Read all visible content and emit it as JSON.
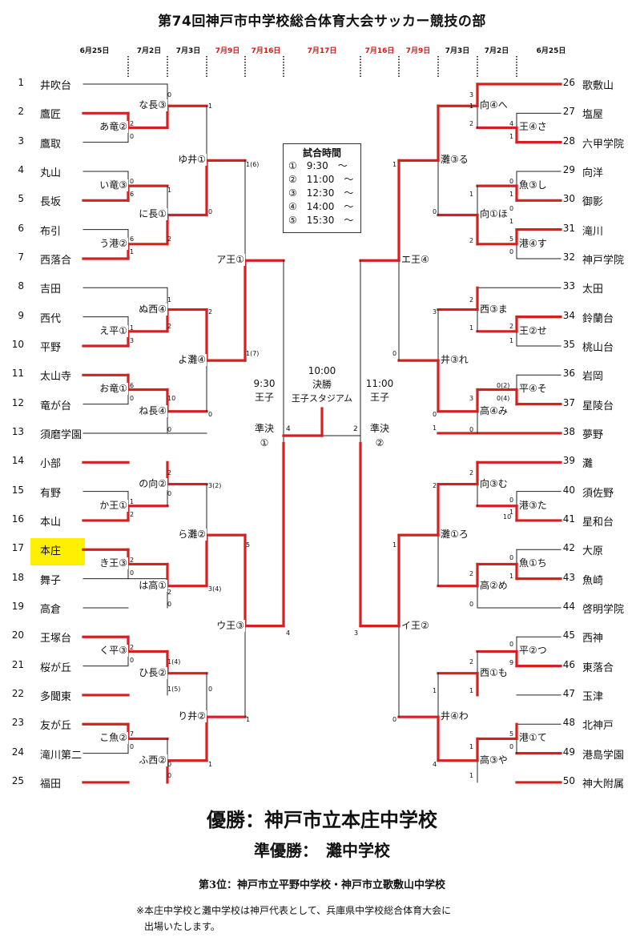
{
  "title": "第74回神戸市中学校総合体育大会サッカー競技の部",
  "dates_left": [
    "6月25日",
    "7月2日",
    "7月3日",
    "7月9日",
    "7月16日"
  ],
  "dates_center": "7月17日",
  "dates_right": [
    "7月16日",
    "7月9日",
    "7月3日",
    "7月2日",
    "6月25日"
  ],
  "red_date": "#d11a1a",
  "winner_color": "#d42020",
  "highlight_color": "#ffef00",
  "left_teams": [
    {
      "no": "1",
      "name": "井吹台"
    },
    {
      "no": "2",
      "name": "鷹匠"
    },
    {
      "no": "3",
      "name": "鷹取"
    },
    {
      "no": "4",
      "name": "丸山"
    },
    {
      "no": "5",
      "name": "長坂"
    },
    {
      "no": "6",
      "name": "布引"
    },
    {
      "no": "7",
      "name": "西落合"
    },
    {
      "no": "8",
      "name": "吉田"
    },
    {
      "no": "9",
      "name": "西代"
    },
    {
      "no": "10",
      "name": "平野"
    },
    {
      "no": "11",
      "name": "太山寺"
    },
    {
      "no": "12",
      "name": "竜が台"
    },
    {
      "no": "13",
      "name": "須磨学園"
    },
    {
      "no": "14",
      "name": "小部"
    },
    {
      "no": "15",
      "name": "有野"
    },
    {
      "no": "16",
      "name": "本山"
    },
    {
      "no": "17",
      "name": "本庄"
    },
    {
      "no": "18",
      "name": "舞子"
    },
    {
      "no": "19",
      "name": "高倉"
    },
    {
      "no": "20",
      "name": "王塚台"
    },
    {
      "no": "21",
      "name": "桜が丘"
    },
    {
      "no": "22",
      "name": "多聞東"
    },
    {
      "no": "23",
      "name": "友が丘"
    },
    {
      "no": "24",
      "name": "滝川第二"
    },
    {
      "no": "25",
      "name": "福田"
    }
  ],
  "right_teams": [
    {
      "no": "26",
      "name": "歌敷山"
    },
    {
      "no": "27",
      "name": "塩屋"
    },
    {
      "no": "28",
      "name": "六甲学院"
    },
    {
      "no": "29",
      "name": "向洋"
    },
    {
      "no": "30",
      "name": "御影"
    },
    {
      "no": "31",
      "name": "滝川"
    },
    {
      "no": "32",
      "name": "神戸学院"
    },
    {
      "no": "33",
      "name": "太田"
    },
    {
      "no": "34",
      "name": "鈴蘭台"
    },
    {
      "no": "35",
      "name": "桃山台"
    },
    {
      "no": "36",
      "name": "岩岡"
    },
    {
      "no": "37",
      "name": "星陵台"
    },
    {
      "no": "38",
      "name": "夢野"
    },
    {
      "no": "39",
      "name": "灘"
    },
    {
      "no": "40",
      "name": "須佐野"
    },
    {
      "no": "41",
      "name": "星和台"
    },
    {
      "no": "42",
      "name": "大原"
    },
    {
      "no": "43",
      "name": "魚崎"
    },
    {
      "no": "44",
      "name": "啓明学院"
    },
    {
      "no": "45",
      "name": "西神"
    },
    {
      "no": "46",
      "name": "東落合"
    },
    {
      "no": "47",
      "name": "玉津"
    },
    {
      "no": "48",
      "name": "北神戸"
    },
    {
      "no": "49",
      "name": "港島学園"
    },
    {
      "no": "50",
      "name": "神大附属"
    }
  ],
  "schedule": {
    "heading": "試合時間",
    "rows": [
      "①　9:30　～",
      "②　11:00　～",
      "③　12:30　～",
      "④　14:00　～",
      "⑤　15:30　～"
    ]
  },
  "semifinal_left": {
    "time": "9:30",
    "venue": "王子",
    "name": "準決",
    "mark": "①"
  },
  "semifinal_right": {
    "time": "11:00",
    "venue": "王子",
    "name": "準決",
    "mark": "②"
  },
  "final": {
    "time": "10:00",
    "name": "決勝",
    "venue": "王子スタジアム"
  },
  "final_scores": {
    "left": "4",
    "right": "2"
  },
  "matches": {
    "m_naga": "な長③",
    "m_ario": "あ竜②",
    "m_yui": "ゆ井①",
    "m_iryu": "い竜③",
    "m_ninaga": "に長①",
    "m_uko": "う港②",
    "m_ao": "ア王①",
    "m_nunishi": "ぬ西④",
    "m_eo": "え平①",
    "m_yonada": "よ灘④",
    "m_oryu": "お竜①",
    "m_nenaga": "ね長④",
    "m_nomu": "の向②",
    "m_kao": "か王①",
    "m_ranada": "ら灘②",
    "m_kio": "き王③",
    "m_hataka": "は高①",
    "m_uo": "ウ王③",
    "m_kuhira": "く平③",
    "m_hinaga": "ひ長②",
    "m_rii": "り井②",
    "m_kouo": "こ魚②",
    "m_funishi": "ふ西②",
    "m_mue": "向④へ",
    "m_osa": "王④さ",
    "m_nadaru": "灘③る",
    "m_uoshi": "魚③し",
    "m_muho": "向①ほ",
    "m_kosu": "港④す",
    "m_eo2": "エ王④",
    "m_nishima": "西③ま",
    "m_ose": "王②せ",
    "m_ire": "井③れ",
    "m_hiraso": "平④そ",
    "m_takami": "高④み",
    "m_mumu": "向③む",
    "m_kota": "港③た",
    "m_nadaro": "灘①ろ",
    "m_uochi": "魚①ち",
    "m_takame": "高②め",
    "m_io": "イ王②",
    "m_hiratsu": "平②つ",
    "m_nishimo": "西①も",
    "m_iwa": "井④わ",
    "m_kote": "港①て",
    "m_takaya": "高③や"
  },
  "scores": {
    "s1": "0",
    "s2": "1",
    "s3": "2",
    "s4": "0",
    "s5": "1(6)",
    "s6": "0",
    "s7": "6",
    "s8": "1",
    "s9": "0",
    "s10": "2",
    "s11": "6",
    "s12": "1",
    "s13": "1",
    "s14": "2",
    "s15": "1",
    "s16": "3",
    "s17": "2",
    "s18": "1(7)",
    "s19": "6",
    "s20": "0",
    "s21": "10",
    "s22": "0",
    "s23": "0",
    "s24": "2",
    "s25": "0",
    "s26": "3(2)",
    "s27": "1",
    "s28": "2",
    "s29": "5",
    "s30": "2",
    "s31": "0",
    "s32": "2",
    "s33": "0",
    "s34": "3(4)",
    "s35": "2",
    "s36": "0",
    "s37": "1(4)",
    "s38": "1(5)",
    "s39": "0",
    "s40": "4",
    "s41": "7",
    "s42": "0",
    "s43": "0",
    "s44": "0",
    "s45": "1",
    "s46": "1",
    "r1": "3",
    "r2": "1",
    "r3": "2",
    "r4": "4",
    "r5": "1",
    "r6": "0",
    "r7": "1",
    "r8": "0",
    "r9": "1",
    "r10": "1",
    "r11": "0",
    "r12": "2",
    "r13": "5",
    "r14": "0",
    "r15": "1",
    "r16": "2",
    "r17": "3",
    "r18": "1",
    "r19": "2",
    "r20": "1",
    "r21": "0",
    "r22": "0",
    "r23": "0(2)",
    "r24": "0(4)",
    "r25": "3",
    "r26": "1",
    "r27": "0",
    "r28": "2",
    "r29": "0",
    "r30": "1",
    "r31": "10",
    "r32": "2",
    "r33": "0",
    "r34": "1",
    "r35": "2",
    "r36": "1",
    "r37": "0",
    "r38": "3",
    "r39": "0",
    "r40": "9",
    "r41": "2",
    "r42": "1",
    "r43": "1",
    "r44": "0",
    "r45": "5",
    "r46": "0",
    "r47": "1",
    "r48": "4",
    "r49": "1"
  },
  "results": {
    "winner": "優勝：神戸市立本庄中学校",
    "runner_up": "準優勝：　灘中学校",
    "third": "第3位：神戸市立平野中学校・神戸市立歌敷山中学校",
    "note_line1": "※本庄中学校と灘中学校は神戸代表として、兵庫県中学校総合体育大会に",
    "note_line2": "出場いたします。"
  }
}
